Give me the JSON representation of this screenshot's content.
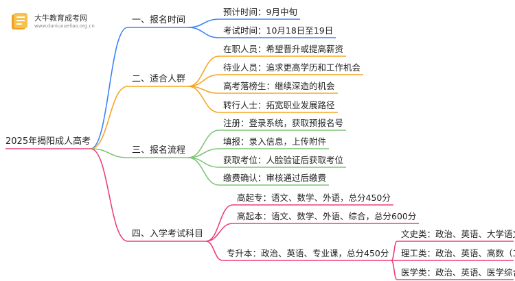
{
  "logo": {
    "title": "大牛教育成考网",
    "url": "www.daniuxueliao.org.cn"
  },
  "root": "2025年揭阳成人高考",
  "branches": {
    "time": {
      "label": "一、报名时间",
      "color": "#3b82f6",
      "items": [
        "预计时间：9月中旬",
        "考试时间：10月18日至19日"
      ]
    },
    "people": {
      "label": "二、适合人群",
      "color": "#f5a623",
      "items": [
        "在职人员：希望晋升或提高薪资",
        "待业人员：追求更高学历和工作机会",
        "高考落榜生：继续深造的机会",
        "转行人士：拓宽职业发展路径"
      ]
    },
    "process": {
      "label": "三、报名流程",
      "color": "#7cc576",
      "items": [
        "注册：登录系统，获取预报名号",
        "填报：录入信息，上传附件",
        "获取考位：人脸验证后获取考位",
        "缴费确认：审核通过后缴费"
      ]
    },
    "subjects": {
      "label": "四、入学考试科目",
      "color": "#ec407a",
      "items": [
        "高起专：语文、数学、外语，总分450分",
        "高起本：语文、数学、外语、综合，总分600分",
        "专升本：政治、英语、专业课，总分450分"
      ],
      "sub_items": [
        "文史类：政治、英语、大学语文",
        "理工类：政治、英语、高数（二）",
        "医学类：政治、英语、医学综合"
      ]
    }
  }
}
